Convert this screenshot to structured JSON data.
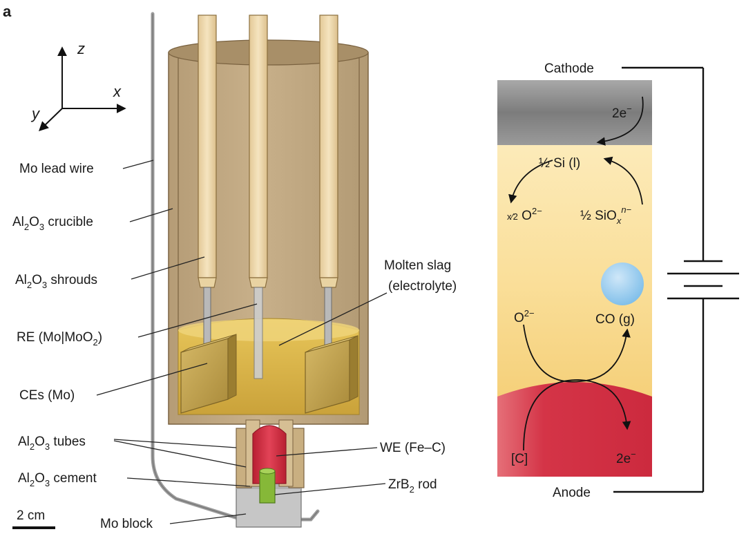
{
  "panel_label": "a",
  "axes": {
    "x": "x",
    "y": "y",
    "z": "z"
  },
  "left_labels": {
    "mo_lead_wire": "Mo lead wire",
    "crucible": {
      "pre": "Al",
      "s1": "2",
      "mid": "O",
      "s2": "3",
      "post": " crucible"
    },
    "shrouds": {
      "pre": "Al",
      "s1": "2",
      "mid": "O",
      "s2": "3",
      "post": " shrouds"
    },
    "re": {
      "pre": "RE (Mo|MoO",
      "s1": "2",
      "post": ")"
    },
    "ces": "CEs (Mo)",
    "tubes": {
      "pre": "Al",
      "s1": "2",
      "mid": "O",
      "s2": "3",
      "post": " tubes"
    },
    "cement": {
      "pre": "Al",
      "s1": "2",
      "mid": "O",
      "s2": "3",
      "post": " cement"
    },
    "scale_bar": "2 cm",
    "mo_block": "Mo block"
  },
  "right_labels": {
    "molten_slag_1": "Molten slag",
    "molten_slag_2": "(electrolyte)",
    "we": "WE (Fe–C)",
    "zrb2": {
      "pre": "ZrB",
      "s1": "2",
      "post": " rod"
    }
  },
  "cell": {
    "cathode": "Cathode",
    "anode": "Anode",
    "cathode_e": {
      "pre": "2e",
      "sup": "−"
    },
    "si": "½ Si (l)",
    "o2_left": {
      "frac": "x⁄2",
      "pre": " O",
      "sup": "2−"
    },
    "siox": {
      "pre": "½ SiO",
      "sub": "x",
      "sup": "n−"
    },
    "o2_mid": {
      "pre": "O",
      "sup": "2−"
    },
    "co": "CO (g)",
    "carbon": "[C]",
    "anode_e": {
      "pre": "2e",
      "sup": "−"
    }
  },
  "colors": {
    "crucible": "#c2aa84",
    "shroud": "#ecd7ab",
    "slag": "#dcb643",
    "electrode": "#c9a74f",
    "we": "#d72e42",
    "zrb2": "#86b838",
    "block": "#c6c6c6",
    "bubble": "#9ccdee",
    "cathode": "#8e8e8e",
    "electrolyte": "#f8dc95"
  }
}
